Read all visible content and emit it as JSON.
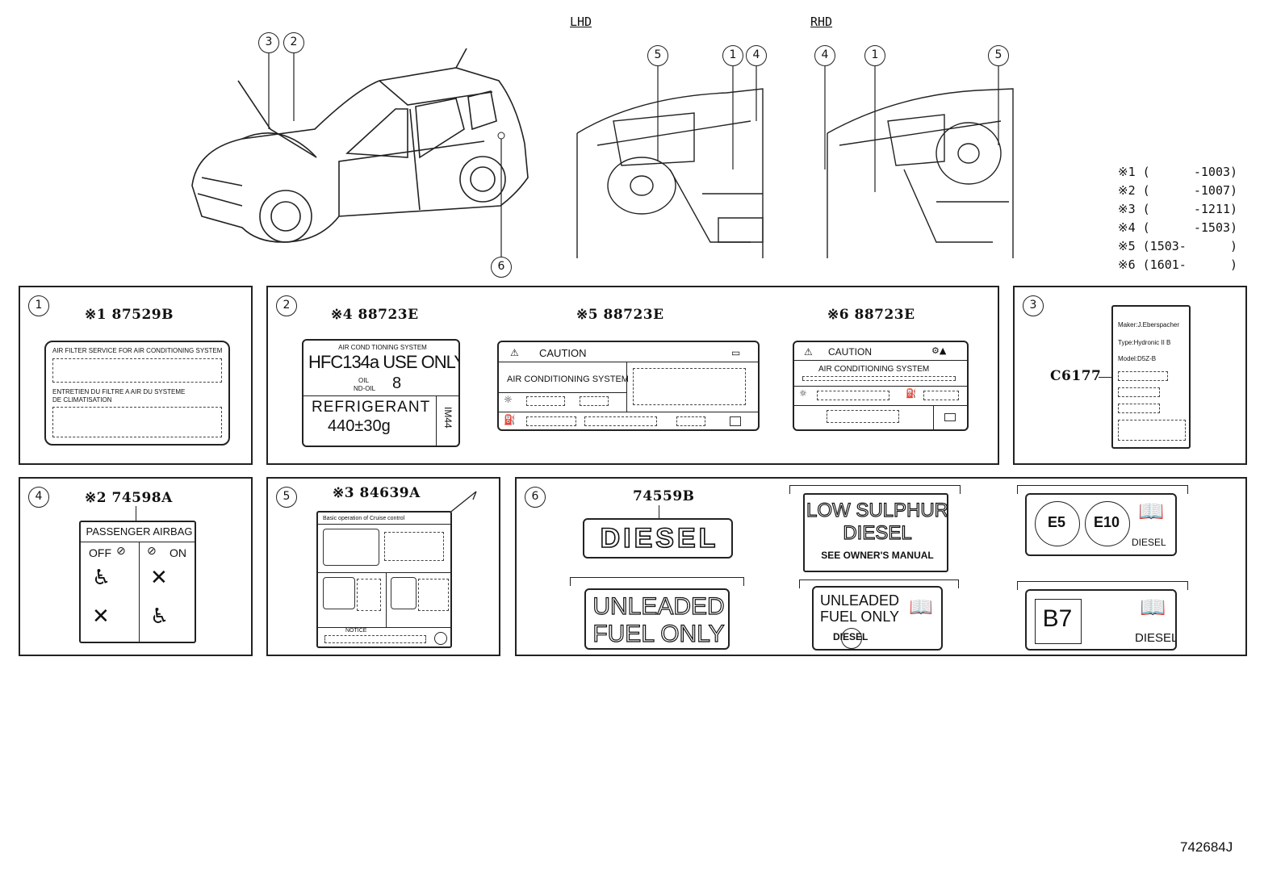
{
  "views": {
    "lhd": "LHD",
    "rhd": "RHD"
  },
  "callouts": {
    "c1": "1",
    "c2": "2",
    "c3": "3",
    "c4": "4",
    "c5": "5",
    "c6": "6"
  },
  "notes": [
    "※1 (      -1003)",
    "※2 (      -1007)",
    "※3 (      -1211)",
    "※4 (      -1503)",
    "※5 (1503-      )",
    "※6 (1601-      )"
  ],
  "panel1": {
    "code": "※1 87529B",
    "line1": "AIR FILTER SERVICE FOR AIR CONDITIONING SYSTEM",
    "line2": "ENTRETIEN DU FILTRE A AIR DU SYSTEME",
    "line3": "DE CLIMATISATION"
  },
  "panel2": {
    "a": {
      "code": "※4 88723E",
      "header": "AIR COND TIONING SYSTEM",
      "hfc": "HFC134a USE ONLY",
      "oil1": "OIL",
      "oil2": "ND-OIL",
      "oil_num": "8",
      "refr": "REFRIGERANT",
      "amount": "440±30g",
      "side": "IM44"
    },
    "b": {
      "code": "※5 88723E",
      "caution": "CAUTION",
      "system": "AIR CONDITIONING SYSTEM"
    },
    "c": {
      "code": "※6 88723E",
      "caution": "CAUTION",
      "system": "AIR CONDITIONING SYSTEM"
    }
  },
  "panel3": {
    "code": "C6177",
    "l1": "Maker:J.Eberspacher",
    "l2": "Type:Hydronic II B",
    "l3": "Model:D5Z-B"
  },
  "panel4": {
    "code": "※2 74598A",
    "title": "PASSENGER AIRBAG",
    "off": "OFF",
    "on": "ON"
  },
  "panel5": {
    "code": "※3 84639A",
    "header": "Basic operation of Cruise control",
    "footer": "NOTICE"
  },
  "panel6": {
    "code": "74559B",
    "diesel": "DIESEL",
    "low1": "LOW SULPHUR",
    "low2": "DIESEL",
    "low3": "SEE OWNER'S MANUAL",
    "e5": "E5",
    "e10": "E10",
    "diesel_small": "DIESEL",
    "unl1": "UNLEADED",
    "unl2": "FUEL ONLY",
    "unl3": "UNLEADED",
    "unl4": "FUEL ONLY",
    "diesel_stamp": "DIESEL",
    "b7": "B7",
    "diesel_b7": "DIESEL"
  },
  "diagram_id": "742684J"
}
